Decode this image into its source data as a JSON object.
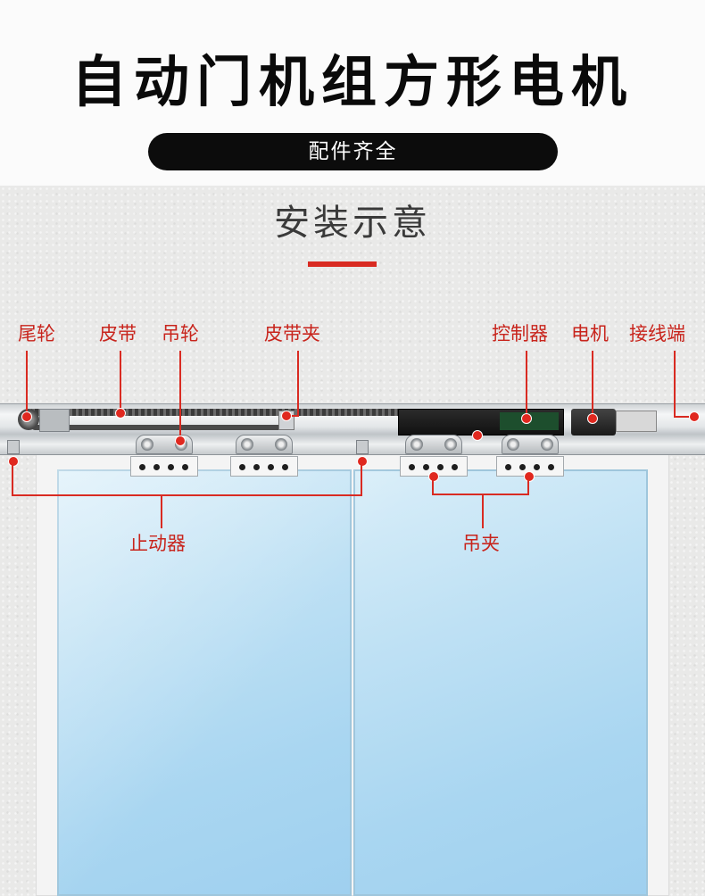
{
  "header": {
    "title": "自动门机组方形电机",
    "subtitle": "配件齐全"
  },
  "diagram": {
    "title": "安装示意",
    "labels": {
      "tail_wheel": "尾轮",
      "belt": "皮带",
      "hanging_wheel": "吊轮",
      "belt_clamp": "皮带夹",
      "controller": "控制器",
      "motor": "电机",
      "terminal": "接线端",
      "stopper": "止动器",
      "hanging_clamp": "吊夹"
    }
  },
  "colors": {
    "accent_red": "#d92b22",
    "label_red": "#c8241c",
    "title_black": "#0a0a0a",
    "glass_blue": "#a9d6f1"
  }
}
